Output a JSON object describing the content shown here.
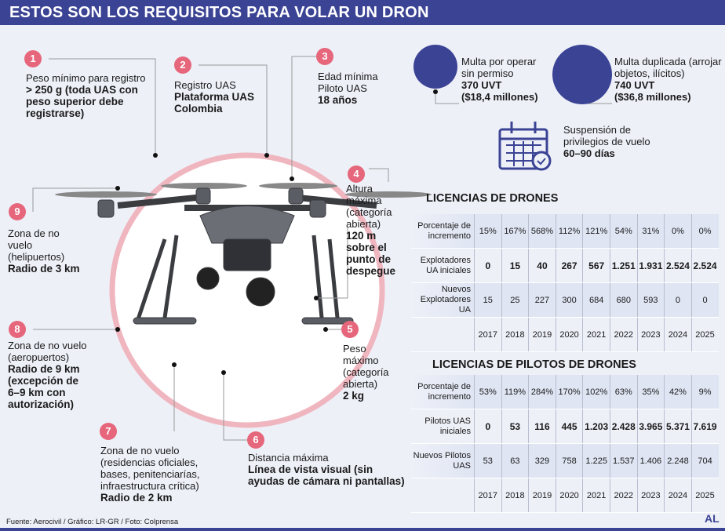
{
  "title": "ESTOS SON LOS REQUISITOS PARA VOLAR UN DRON",
  "callouts": [
    {
      "n": "1",
      "label": "Peso mínimo para registro",
      "value": "> 250 g (toda UAS con peso superior debe registrarse)"
    },
    {
      "n": "2",
      "label": "Registro UAS",
      "value": "Plataforma UAS Colombia"
    },
    {
      "n": "3",
      "label": "Edad mínima Piloto UAS",
      "value": "18 años"
    },
    {
      "n": "4",
      "label": "Altura máxima (categoría abierta)",
      "value": "120 m sobre el punto de despegue"
    },
    {
      "n": "5",
      "label": "Peso máximo (categoría abierta)",
      "value": "2 kg"
    },
    {
      "n": "6",
      "label": "Distancia máxima",
      "value": "Línea de vista visual (sin ayudas de cámara ni pantallas)"
    },
    {
      "n": "7",
      "label": "Zona de no vuelo (residencias oficiales, bases, penitenciarías, infraestructura crítica)",
      "value": "Radio de 2 km"
    },
    {
      "n": "8",
      "label": "Zona de no vuelo (aeropuertos)",
      "value": "Radio de 9 km (excepción de 6–9 km con autorización)"
    },
    {
      "n": "9",
      "label": "Zona de no vuelo (helipuertos)",
      "value": "Radio de 3 km"
    }
  ],
  "fines": [
    {
      "label": "Multa por operar sin permiso",
      "value": "370 UVT",
      "money": "($18,4 millones)"
    },
    {
      "label": "Multa duplicada (arrojar objetos, ilícitos)",
      "value": "740 UVT",
      "money": "($36,8 millones)"
    }
  ],
  "suspension": {
    "label": "Suspensión de privilegios de vuelo",
    "value": "60–90 días"
  },
  "colors": {
    "header": "#3b4394",
    "badge": "#e6667b",
    "circle": "#f0b6bf"
  },
  "chart_data": [
    {
      "type": "table",
      "title": "LICENCIAS DE DRONES",
      "years": [
        "2017",
        "2018",
        "2019",
        "2020",
        "2021",
        "2022",
        "2023",
        "2024",
        "2025"
      ],
      "rows": [
        {
          "label": "Porcentaje de incremento",
          "values": [
            "15%",
            "167%",
            "568%",
            "112%",
            "121%",
            "54%",
            "31%",
            "0%",
            "0%"
          ]
        },
        {
          "label": "Explotadores UA iniciales",
          "values": [
            "0",
            "15",
            "40",
            "267",
            "567",
            "1.251",
            "1.931",
            "2.524",
            "2.524"
          ]
        },
        {
          "label": "Nuevos Explotadores UA",
          "values": [
            "15",
            "25",
            "227",
            "300",
            "684",
            "680",
            "593",
            "0",
            "0"
          ]
        }
      ]
    },
    {
      "type": "table",
      "title": "LICENCIAS DE PILOTOS DE DRONES",
      "years": [
        "2017",
        "2018",
        "2019",
        "2020",
        "2021",
        "2022",
        "2023",
        "2024",
        "2025"
      ],
      "rows": [
        {
          "label": "Porcentaje de incremento",
          "values": [
            "53%",
            "119%",
            "284%",
            "170%",
            "102%",
            "63%",
            "35%",
            "42%",
            "9%"
          ]
        },
        {
          "label": "Pilotos UAS iniciales",
          "values": [
            "0",
            "53",
            "116",
            "445",
            "1.203",
            "2.428",
            "3.965",
            "5.371",
            "7.619"
          ]
        },
        {
          "label": "Nuevos Pilotos UAS",
          "values": [
            "53",
            "63",
            "329",
            "758",
            "1.225",
            "1.537",
            "1.406",
            "2.248",
            "704"
          ]
        }
      ]
    }
  ],
  "footer": "Fuente: Aerocivil / Gráfico: LR-GR / Foto: Colprensa",
  "logo": "AL"
}
